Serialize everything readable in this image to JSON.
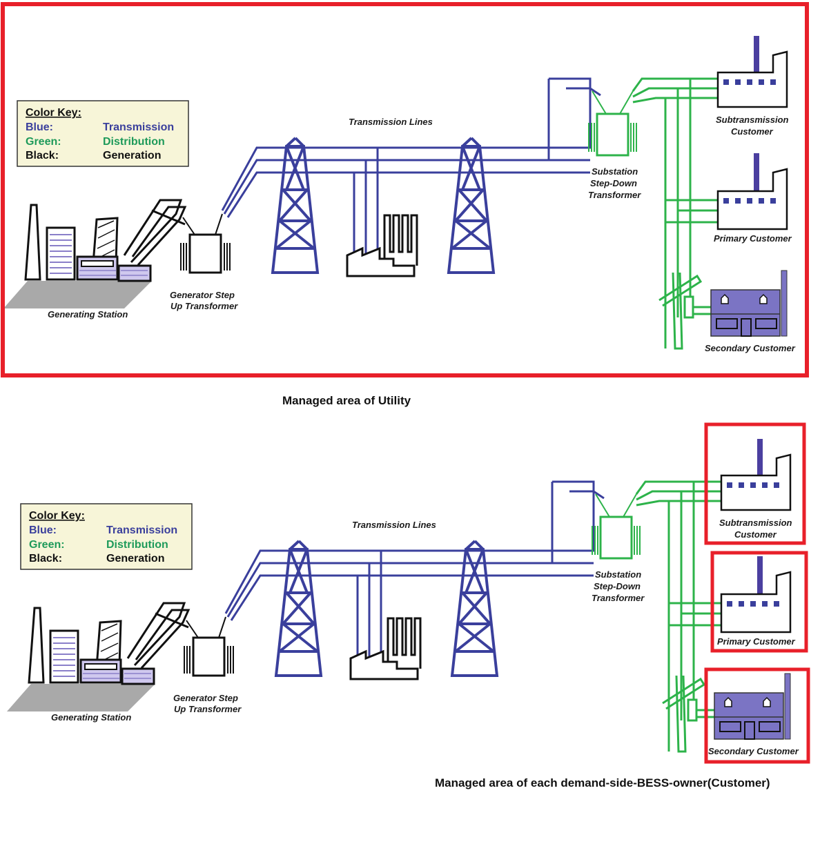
{
  "panels": [
    {
      "color_key": {
        "title": "Color Key:",
        "rows": [
          {
            "label": "Blue:",
            "value": "Transmission",
            "color": "#3a3f9c"
          },
          {
            "label": "Green:",
            "value": "Distribution",
            "color": "#1e9a5a"
          },
          {
            "label": "Black:",
            "value": "Generation",
            "color": "#111111"
          }
        ]
      },
      "labels": {
        "transmission_lines": "Transmission Lines",
        "substation_1": "Substation",
        "substation_2": "Step-Down",
        "substation_3": "Transformer",
        "subtransmission_1": "Subtransmission",
        "subtransmission_2": "Customer",
        "primary": "Primary  Customer",
        "secondary": "Secondary Customer",
        "generator_1": "Generator Step",
        "generator_2": "Up Transformer",
        "generating_station": "Generating Station"
      },
      "caption": "Managed area of Utility"
    },
    {
      "color_key": {
        "title": "Color Key:",
        "rows": [
          {
            "label": "Blue:",
            "value": "Transmission",
            "color": "#3a3f9c"
          },
          {
            "label": "Green:",
            "value": "Distribution",
            "color": "#1e9a5a"
          },
          {
            "label": "Black:",
            "value": "Generation",
            "color": "#111111"
          }
        ]
      },
      "labels": {
        "transmission_lines": "Transmission Lines",
        "substation_1": "Substation",
        "substation_2": "Step-Down",
        "substation_3": "Transformer",
        "subtransmission_1": "Subtransmission",
        "subtransmission_2": "Customer",
        "primary": "Primary  Customer",
        "secondary": "Secondary Customer",
        "generator_1": "Generator Step",
        "generator_2": "Up Transformer",
        "generating_station": "Generating Station"
      },
      "caption": "Managed area of each demand-side-BESS-owner(Customer)"
    }
  ],
  "colors": {
    "highlight": "#e8202a",
    "transmission": "#3a3f9c",
    "distribution": "#2db34a",
    "generation": "#111111",
    "building_fill": "#7b74c4",
    "key_bg": "#f7f5d8"
  }
}
